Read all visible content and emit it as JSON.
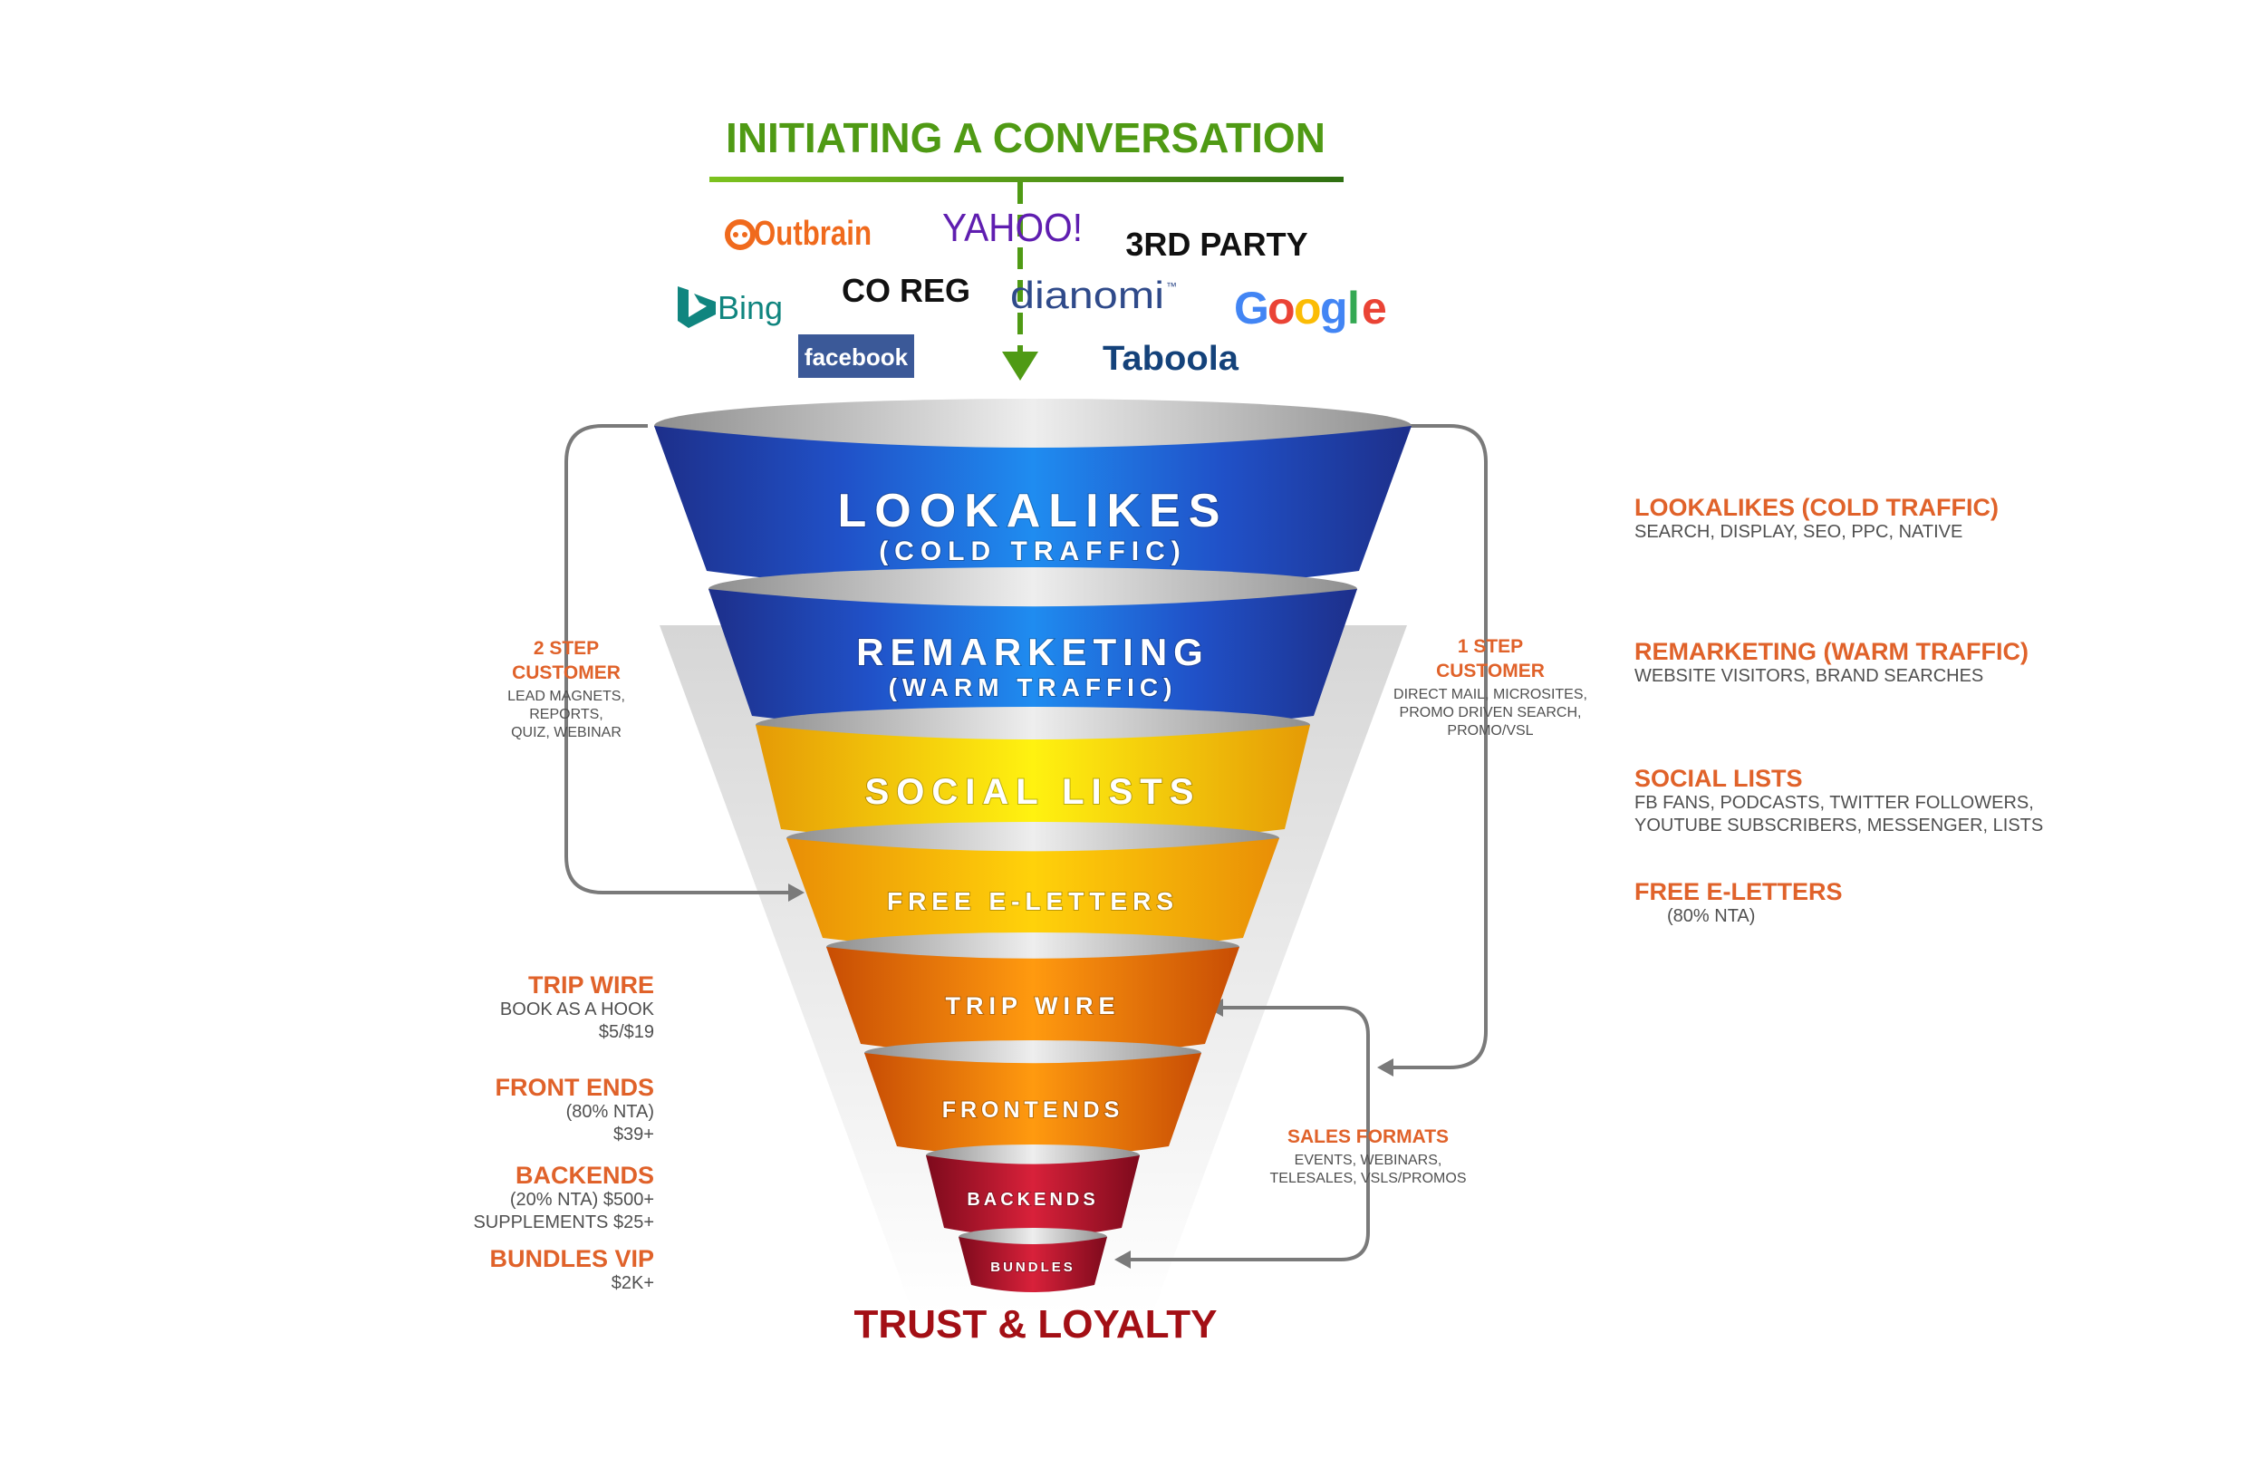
{
  "header": {
    "title": "INITIATING A CONVERSATION"
  },
  "sources": {
    "outbrain": "Outbrain",
    "yahoo": "YAHOO!",
    "third_party": "3RD PARTY",
    "bing": "Bing",
    "co_reg": "CO REG",
    "dianomi": "dianomi",
    "dianomi_tm": "™",
    "google": [
      "G",
      "o",
      "o",
      "g",
      "l",
      "e"
    ],
    "facebook": "facebook",
    "taboola": "Taboola"
  },
  "funnel": [
    {
      "title": "LOOKALIKES",
      "subtitle": "(COLD TRAFFIC)"
    },
    {
      "title": "REMARKETING",
      "subtitle": "(WARM TRAFFIC)"
    },
    {
      "title": "SOCIAL LISTS"
    },
    {
      "title": "FREE E-LETTERS"
    },
    {
      "title": "TRIP WIRE"
    },
    {
      "title": "FRONTENDS"
    },
    {
      "title": "BACKENDS"
    },
    {
      "title": "BUNDLES"
    }
  ],
  "footer": {
    "title": "TRUST & LOYALTY"
  },
  "two_step": {
    "title": [
      "2 STEP",
      "CUSTOMER"
    ],
    "lines": [
      "LEAD MAGNETS,",
      "REPORTS,",
      "QUIZ, WEBINAR"
    ]
  },
  "one_step": {
    "title": [
      "1 STEP",
      "CUSTOMER"
    ],
    "lines": [
      "DIRECT MAIL, MICROSITES,",
      "PROMO DRIVEN SEARCH,",
      "PROMO/VSL"
    ]
  },
  "sales_formats": {
    "title": "SALES FORMATS",
    "lines": [
      "EVENTS, WEBINARS,",
      "TELESALES, VSLS/PROMOS"
    ]
  },
  "right_legend": [
    {
      "title": "LOOKALIKES (COLD TRAFFIC)",
      "lines": [
        "SEARCH, DISPLAY, SEO, PPC, NATIVE"
      ]
    },
    {
      "title": "REMARKETING (WARM TRAFFIC)",
      "lines": [
        "WEBSITE VISITORS, BRAND SEARCHES"
      ]
    },
    {
      "title": "SOCIAL LISTS",
      "lines": [
        "FB FANS, PODCASTS, TWITTER FOLLOWERS,",
        "YOUTUBE SUBSCRIBERS, MESSENGER, LISTS"
      ]
    },
    {
      "title": "FREE E-LETTERS",
      "lines": [
        "(80% NTA)"
      ]
    }
  ],
  "left_legend": [
    {
      "title": "TRIP WIRE",
      "lines": [
        "BOOK AS A HOOK",
        "$5/$19"
      ]
    },
    {
      "title": "FRONT ENDS",
      "lines": [
        "(80% NTA)",
        "$39+"
      ]
    },
    {
      "title": "BACKENDS",
      "lines": [
        "(20% NTA) $500+",
        "SUPPLEMENTS $25+"
      ]
    },
    {
      "title": "BUNDLES VIP",
      "lines": [
        "$2K+"
      ]
    }
  ],
  "colors": {
    "green": "#4f9a14",
    "orange": "#e0622a",
    "dark_red": "#a30f15",
    "gray_text": "#505050",
    "arrow": "#7a7a7a"
  }
}
